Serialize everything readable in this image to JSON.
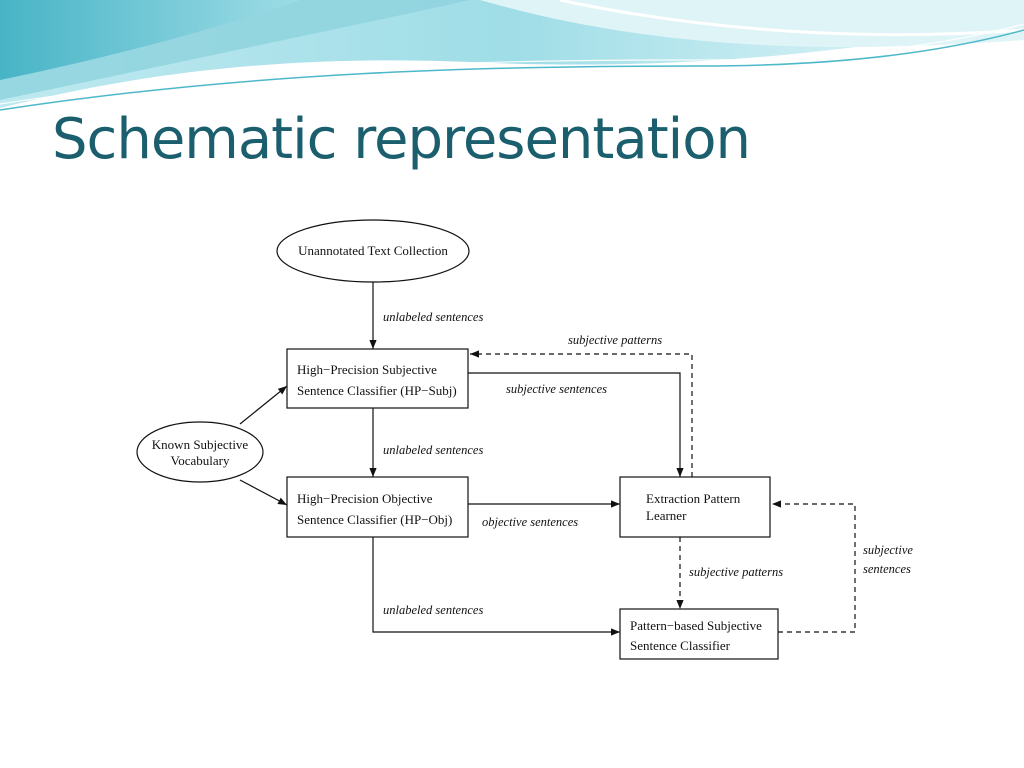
{
  "slide": {
    "title": "Schematic representation"
  },
  "diagram": {
    "nodes": {
      "unannotated_text": {
        "lines": [
          "Unannotated Text Collection"
        ]
      },
      "known_vocabulary": {
        "lines": [
          "Known Subjective",
          "Vocabulary"
        ]
      },
      "hp_subj": {
        "lines": [
          "High−Precision Subjective",
          "Sentence Classifier (HP−Subj)"
        ]
      },
      "hp_obj": {
        "lines": [
          "High−Precision Objective",
          "Sentence Classifier (HP−Obj)"
        ]
      },
      "extraction_learner": {
        "lines": [
          "Extraction Pattern",
          "Learner"
        ]
      },
      "pattern_classifier": {
        "lines": [
          "Pattern−based Subjective",
          "Sentence Classifier"
        ]
      }
    },
    "edges": {
      "text_to_hpsubj": "unlabeled sentences",
      "learner_to_hpsubj": "subjective patterns",
      "hpsubj_to_learner": "subjective sentences",
      "hpsubj_to_hpobj": "unlabeled sentences",
      "hpobj_to_learner": "objective sentences",
      "learner_to_pattern": "subjective patterns",
      "pattern_to_learner": [
        "subjective",
        "sentences"
      ],
      "hpobj_to_pattern": "unlabeled sentences"
    }
  },
  "colors": {
    "title": "#1b5f6e",
    "banner_light": "#cdeef3",
    "banner_mid": "#8fd3de",
    "banner_dark": "#4db8c9"
  }
}
